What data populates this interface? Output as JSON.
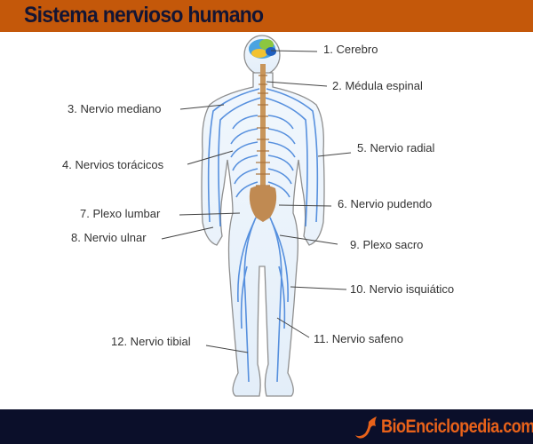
{
  "header": {
    "title": "Sistema nervioso humano",
    "background": "#c4580a",
    "title_color": "#141533"
  },
  "diagram": {
    "subject": "human nervous system, posterior view",
    "labels": [
      {
        "id": 1,
        "text": "1. Cerebro"
      },
      {
        "id": 2,
        "text": "2. Médula espinal"
      },
      {
        "id": 3,
        "text": "3. Nervio mediano"
      },
      {
        "id": 4,
        "text": "4. Nervios torácicos"
      },
      {
        "id": 5,
        "text": "5. Nervio radial"
      },
      {
        "id": 6,
        "text": "6. Nervio pudendo"
      },
      {
        "id": 7,
        "text": "7. Plexo lumbar"
      },
      {
        "id": 8,
        "text": "8. Nervio ulnar"
      },
      {
        "id": 9,
        "text": "9. Plexo sacro"
      },
      {
        "id": 10,
        "text": "10. Nervio isquiático"
      },
      {
        "id": 11,
        "text": "11. Nervio safeno"
      },
      {
        "id": 12,
        "text": "12. Nervio tibial"
      }
    ],
    "colors": {
      "nerve": "#3d7fd9",
      "spine": "#c8955a",
      "body_outline": "#8a8a8a",
      "body_fill": "#eaf3fb"
    }
  },
  "footer": {
    "brand": "BioEnciclopedia.com",
    "background": "#0b0f2a",
    "brand_color": "#e8621a",
    "logo_icon": "fox-logo-icon"
  }
}
